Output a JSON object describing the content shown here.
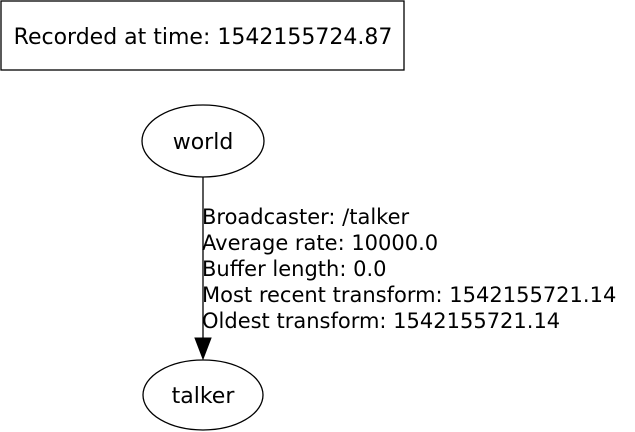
{
  "recorded_label": "Recorded at time: 1542155724.87",
  "nodes": {
    "parent": "world",
    "child": "talker"
  },
  "edge_info": {
    "broadcaster": "Broadcaster: /talker",
    "average_rate": "Average rate: 10000.0",
    "buffer_length": "Buffer length: 0.0",
    "most_recent": "Most recent transform: 1542155721.14",
    "oldest": "Oldest transform: 1542155721.14"
  },
  "colors": {
    "stroke": "#000000",
    "background": "#ffffff"
  }
}
